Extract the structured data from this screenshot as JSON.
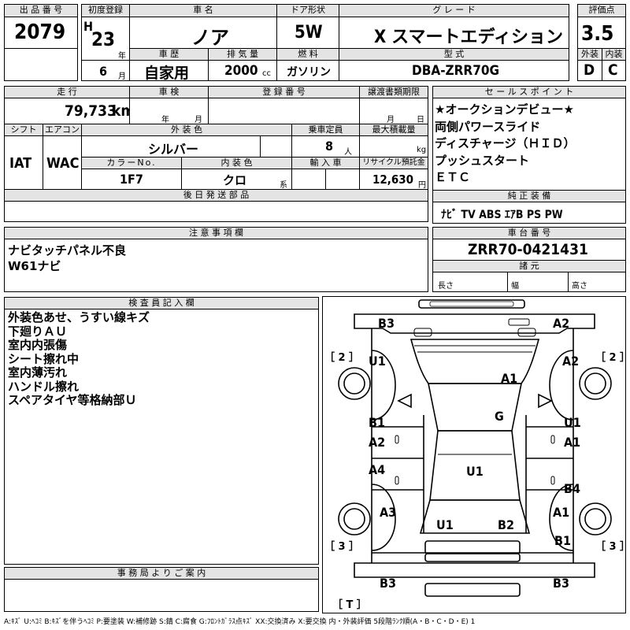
{
  "header": {
    "lot_no_label": "出 品 番 号",
    "lot_no": "2079",
    "first_reg_label": "初度登録",
    "era": "H",
    "year": "23",
    "year_unit": "年",
    "month": "6",
    "month_unit": "月",
    "car_name_label": "車  名",
    "car_name": "ノア",
    "door_label": "ドア形状",
    "door": "5W",
    "grade_label": "グ レ ー ド",
    "grade": "X  スマートエディション",
    "score_label": "評価点",
    "score": "3.5",
    "history_label": "車 歴",
    "history": "自家用",
    "displacement_label": "排 気 量",
    "displacement": "2000",
    "displacement_unit": "cc",
    "fuel_label": "燃 料",
    "fuel": "ガソリン",
    "model_label": "型 式",
    "model": "DBA-ZRR70G",
    "exterior_label": "外装",
    "exterior": "D",
    "interior_label": "内装",
    "interior": "C"
  },
  "row2": {
    "mileage_label": "走 行",
    "mileage": "79,733",
    "mileage_unit": "km",
    "inspection_label": "車 検",
    "inspection_year": "年",
    "inspection_month": "月",
    "reg_no_label": "登 録 番 号",
    "transfer_label": "譲渡書類期限",
    "transfer_month": "月",
    "transfer_day": "日",
    "shift_label": "シフト",
    "shift": "IAT",
    "ac_label": "エアコン",
    "ac": "WAC",
    "ext_color_label": "外 装 色",
    "ext_color": "シルバー",
    "capacity_label": "乗車定員",
    "capacity": "8",
    "capacity_unit": "人",
    "max_load_label": "最大積載量",
    "max_load_unit": "kg",
    "color_no_label": "カラーNo.",
    "color_no": "1F7",
    "int_color_label": "内 装 色",
    "int_color": "クロ",
    "int_color_suffix": "系",
    "import_label": "輸 入 車",
    "recycle_label": "リサイクル預託金",
    "recycle": "12,630",
    "recycle_unit": "円",
    "parts_label": "後 日 発 送 部 品"
  },
  "sales_points": {
    "label": "セ ー ル ス ポ イ ン ト",
    "items": [
      "★オークションデビュー★",
      "両側パワースライド",
      "ディスチャージ（ＨＩＤ）",
      "プッシュスタート",
      "ＥＴＣ"
    ]
  },
  "equipment": {
    "label": "純 正 装 備",
    "value": "ﾅﾋﾞ  TV  ABS  ｴｱB  PS  PW"
  },
  "notes": {
    "label": "注 意 事 項 欄",
    "lines": [
      "ナビタッチパネル不良",
      "W61ナビ"
    ]
  },
  "chassis": {
    "label": "車 台 番 号",
    "value": "ZRR70-0421431",
    "specs_label": "諸 元",
    "length": "長さ",
    "width": "幅",
    "height": "高さ"
  },
  "inspector": {
    "label": "検 査 員 記 入 欄",
    "lines": [
      "外装色あせ、うすい線キズ",
      "下廻りＡＵ",
      "室内内張傷",
      "シート擦れ中",
      "室内薄汚れ",
      "ハンドル擦れ",
      "スペアタイヤ等格納部Ｕ"
    ]
  },
  "office": {
    "label": "事 務 局 よ り ご 案 内"
  },
  "legend": "A:ｷｽﾞ  U:ﾍｺﾐ  B:ｷｽﾞを伴うﾍｺﾐ  P:要塗装  W:補修跡  S:錆  C:腐食  G:ﾌﾛﾝﾄｶﾞﾗｽ点ｷｽﾞ  XX:交換済み  X:要交換  内・外装評価  5段階ﾗﾝｸ順(A・B・C・D・E) 1",
  "diagram": {
    "bracket_2_left": "［ 2 ］",
    "bracket_2_right": "［ 2 ］",
    "bracket_3_left": "［ 3 ］",
    "bracket_3_right": "［ 3 ］",
    "bracket_t": "［ T ］",
    "marks": {
      "front_bumper_left": "B3",
      "front_bumper_right": "A2",
      "front_fender_left": "U1",
      "front_fender_right": "A2",
      "hood": "A1",
      "windshield": "G",
      "front_door_left_1": "B1",
      "front_door_left_2": "A2",
      "front_door_right_1": "U1",
      "front_door_right_2": "A1",
      "rear_door_left": "A4",
      "rear_door_right": "B4",
      "roof": "U1",
      "rear_fender_left": "A3",
      "rear_fender_right_1": "A1",
      "rear_fender_right_2": "B1",
      "back_door_left": "U1",
      "back_door_right": "B2",
      "rear_bumper_left": "B3",
      "rear_bumper_right": "B3"
    }
  }
}
